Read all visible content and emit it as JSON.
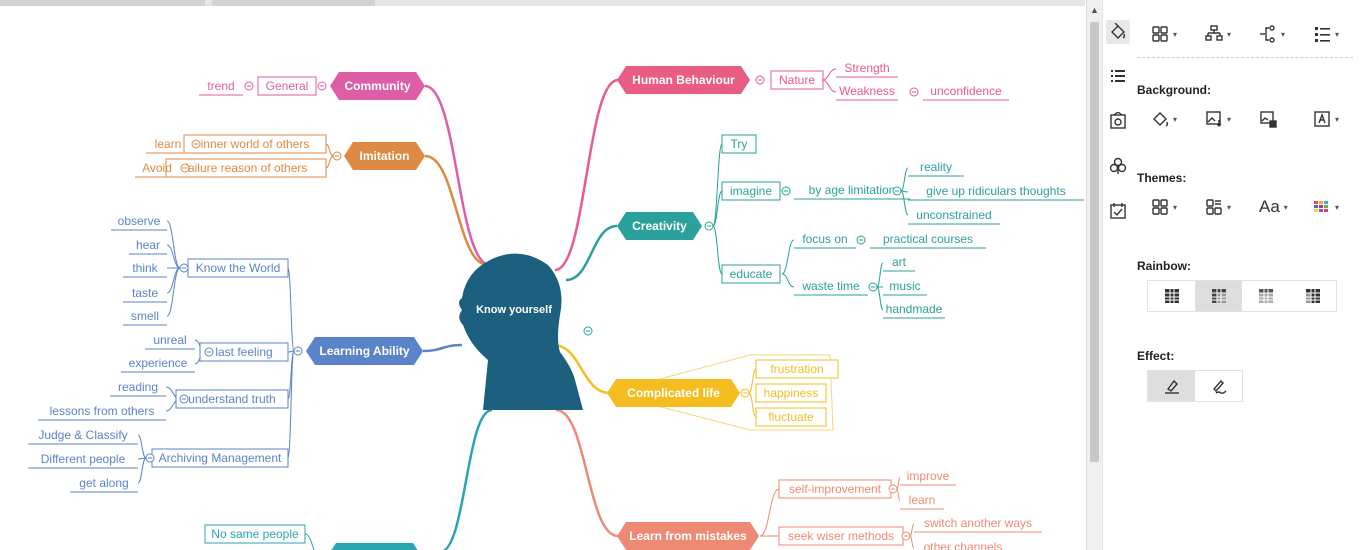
{
  "mindmap": {
    "central": {
      "label": "Know yourself",
      "color": "#1d5f7f"
    },
    "topics": [
      {
        "id": "human",
        "label": "Human Behaviour",
        "color": "#e95c84",
        "children": [
          {
            "label": "Nature",
            "children": [
              {
                "label": "Strength"
              },
              {
                "label": "Weakness",
                "children": [
                  {
                    "label": "unconfidence"
                  }
                ]
              }
            ]
          }
        ]
      },
      {
        "id": "creativity",
        "label": "Creativity",
        "color": "#2aa19a",
        "children": [
          {
            "label": "Try"
          },
          {
            "label": "imagine",
            "children": [
              {
                "label": "by age limitation",
                "children": [
                  {
                    "label": "reality"
                  },
                  {
                    "label": "give up ridiculars thoughts"
                  },
                  {
                    "label": "unconstrained"
                  }
                ]
              }
            ]
          },
          {
            "label": "educate",
            "children": [
              {
                "label": "focus on",
                "children": [
                  {
                    "label": "practical courses"
                  }
                ]
              },
              {
                "label": "waste time",
                "children": [
                  {
                    "label": "art"
                  },
                  {
                    "label": "music"
                  },
                  {
                    "label": "handmade"
                  }
                ]
              }
            ]
          }
        ]
      },
      {
        "id": "complicated",
        "label": "Complicated life",
        "color": "#f5bd1f",
        "children": [
          {
            "label": "frustration"
          },
          {
            "label": "happiness"
          },
          {
            "label": "fluctuate"
          }
        ]
      },
      {
        "id": "mistakes",
        "label": "Learn from mistakes",
        "color": "#ee8a73",
        "children": [
          {
            "label": "self-improvement",
            "children": [
              {
                "label": "improve"
              },
              {
                "label": "learn"
              }
            ]
          },
          {
            "label": "seek wiser methods",
            "children": [
              {
                "label": "switch another ways"
              },
              {
                "label": "other channels"
              }
            ]
          }
        ]
      },
      {
        "id": "community",
        "label": "Community",
        "color": "#de5ea6",
        "children": [
          {
            "label": "General",
            "children": [
              {
                "label": "trend"
              }
            ]
          }
        ]
      },
      {
        "id": "imitation",
        "label": "Imitation",
        "color": "#dd8a45",
        "children": [
          {
            "label": "inner world of others",
            "children": [
              {
                "label": "learn"
              }
            ]
          },
          {
            "label": "failure reason of others",
            "children": [
              {
                "label": "Avoid"
              }
            ]
          }
        ]
      },
      {
        "id": "learning",
        "label": "Learning Ability",
        "color": "#5b83c9",
        "children": [
          {
            "label": "Know the World",
            "children": [
              {
                "label": "observe"
              },
              {
                "label": "hear"
              },
              {
                "label": "think"
              },
              {
                "label": "taste"
              },
              {
                "label": "smell"
              }
            ]
          },
          {
            "label": "last feeling",
            "children": [
              {
                "label": "unreal"
              },
              {
                "label": "experience"
              }
            ]
          },
          {
            "label": "understand truth",
            "children": [
              {
                "label": "reading"
              },
              {
                "label": "lessons from others"
              }
            ]
          },
          {
            "label": "Archiving Management",
            "children": [
              {
                "label": "Judge & Classify"
              },
              {
                "label": "Different people"
              },
              {
                "label": "get along"
              }
            ]
          }
        ]
      },
      {
        "id": "bottom",
        "label": "",
        "color": "#29a5b0",
        "children": [
          {
            "label": "No same people"
          }
        ]
      }
    ]
  },
  "sidebar_icons": [
    "format-paint-icon",
    "outline-list-icon",
    "theme-gallery-icon",
    "clip-art-icon",
    "task-check-icon"
  ],
  "panel": {
    "background_title": "Background:",
    "themes_title": "Themes:",
    "rainbow_title": "Rainbow:",
    "effect_title": "Effect:",
    "font_button_label": "Aa"
  }
}
